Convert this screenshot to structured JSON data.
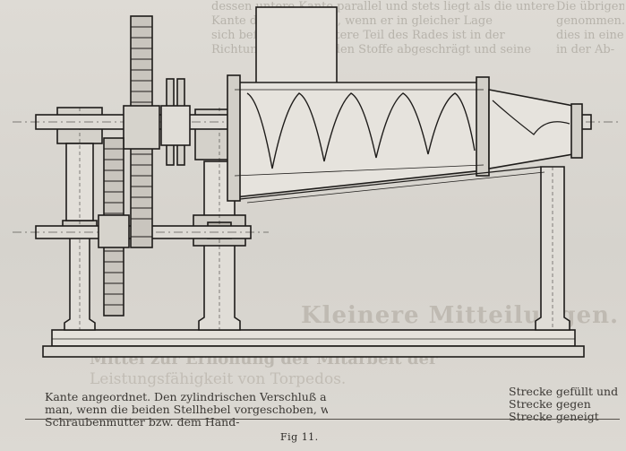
{
  "figure": {
    "caption": "Fig 11."
  },
  "bleed_through": {
    "top_lines": [
      "dessen untere Kante parallel und stets liegt als die untere",
      "Kante der Stellringes, wenn er in gleicher Lage",
      "sich befindet. Der untere Teil des Rades ist in der",
      "Richtung der fließenden Stoffe abgeschrägt und seine"
    ],
    "right_lines": [
      "Die übrigen",
      "genommen. In",
      "dies in einer",
      "in der Ab-"
    ],
    "heading": "Kleinere Mitteilungen.",
    "subheading_1": "Mittel zur Erhöhung der Mitarbeit der",
    "subheading_2": "Leistungsfähigkeit von Torpedos."
  },
  "body_text": {
    "left_column": [
      "Kante angeordnet. Den zylindrischen Verschluß a kann",
      "man, wenn die beiden Stellhebel vorgeschoben, was mit einer",
      "Schraubenmutter bzw. dem Hand-"
    ],
    "right_column": [
      "Strecke gefüllt und",
      "Strecke gegen",
      "Strecke geneigt"
    ]
  }
}
